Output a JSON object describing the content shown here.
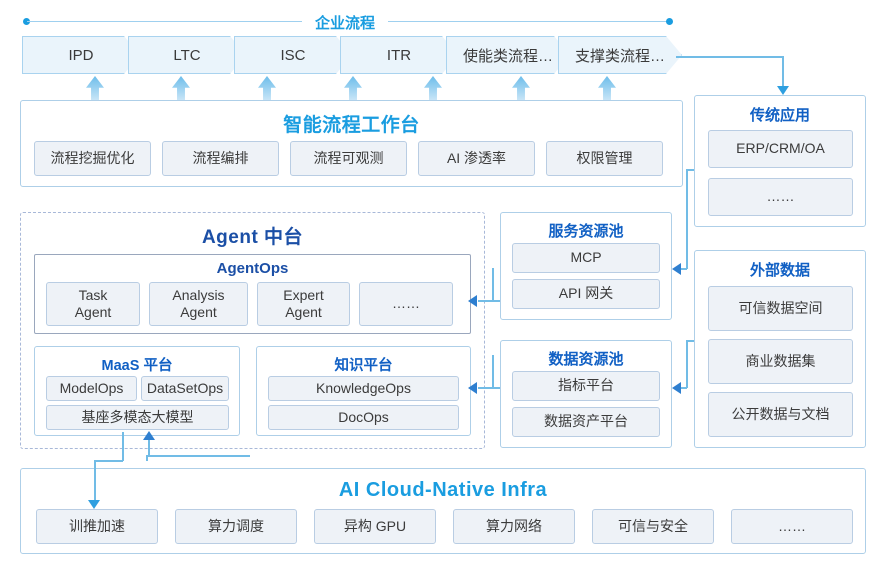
{
  "process_band": {
    "title": "企业流程",
    "steps": [
      {
        "label": "IPD"
      },
      {
        "label": "LTC"
      },
      {
        "label": "ISC"
      },
      {
        "label": "ITR"
      },
      {
        "label": "使能类流程…"
      },
      {
        "label": "支撑类流程…"
      }
    ]
  },
  "workbench": {
    "title": "智能流程工作台",
    "items": [
      {
        "label": "流程挖掘优化"
      },
      {
        "label": "流程编排"
      },
      {
        "label": "流程可观测"
      },
      {
        "label": "AI 渗透率"
      },
      {
        "label": "权限管理"
      }
    ]
  },
  "agent_platform": {
    "title": "Agent 中台",
    "agentops": {
      "title": "AgentOps",
      "items": [
        {
          "label": "Task\nAgent"
        },
        {
          "label": "Analysis\nAgent"
        },
        {
          "label": "Expert\nAgent"
        },
        {
          "label": "……"
        }
      ]
    },
    "maas": {
      "title": "MaaS 平台",
      "items": [
        {
          "label": "ModelOps"
        },
        {
          "label": "DataSetOps"
        },
        {
          "label": "基座多模态大模型"
        }
      ]
    },
    "knowledge": {
      "title": "知识平台",
      "items": [
        {
          "label": "KnowledgeOps"
        },
        {
          "label": "DocOps"
        }
      ]
    }
  },
  "service_pool": {
    "title": "服务资源池",
    "items": [
      {
        "label": "MCP"
      },
      {
        "label": "API 网关"
      }
    ]
  },
  "data_pool": {
    "title": "数据资源池",
    "items": [
      {
        "label": "指标平台"
      },
      {
        "label": "数据资产平台"
      }
    ]
  },
  "legacy_apps": {
    "title": "传统应用",
    "items": [
      {
        "label": "ERP/CRM/OA"
      },
      {
        "label": "……"
      }
    ]
  },
  "external_data": {
    "title": "外部数据",
    "items": [
      {
        "label": "可信数据空间"
      },
      {
        "label": "商业数据集"
      },
      {
        "label": "公开数据与文档"
      }
    ]
  },
  "infra": {
    "title": "AI Cloud-Native Infra",
    "items": [
      {
        "label": "训推加速"
      },
      {
        "label": "算力调度"
      },
      {
        "label": "异构 GPU"
      },
      {
        "label": "算力网络"
      },
      {
        "label": "可信与安全"
      },
      {
        "label": "……"
      }
    ]
  },
  "colors": {
    "accent_light_blue": "#1a9de0",
    "accent_navy": "#1b4fa6",
    "chip_fill": "#eef2f7",
    "panel_border": "#aecfe8",
    "chevron_fill": "#eaf4fb",
    "arrow": "#2e9fe0"
  }
}
